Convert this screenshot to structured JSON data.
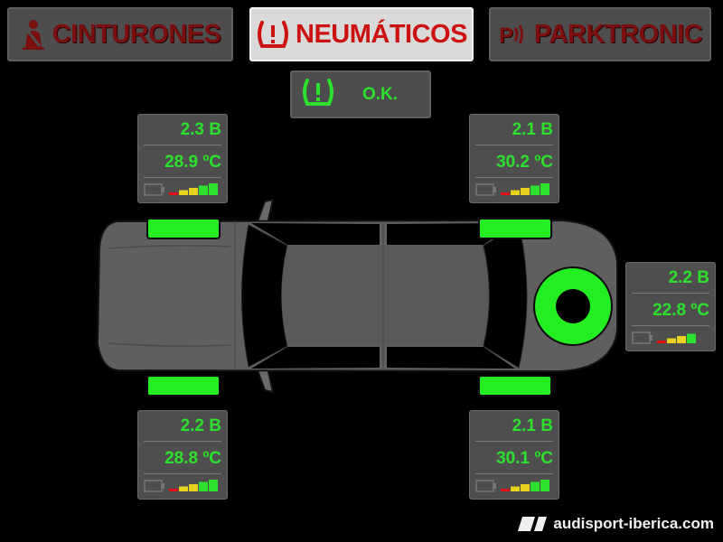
{
  "tabs": {
    "cinturones": {
      "label": "CINTURONES",
      "icon": "seatbelt-icon"
    },
    "neumaticos": {
      "label": "NEUMÁTICOS",
      "icon": "tire-pressure-warning-icon",
      "active": true
    },
    "parktronic": {
      "label": "PARKTRONIC",
      "icon": "parking-sensor-icon"
    }
  },
  "status": {
    "label": "O.K.",
    "icon": "tire-pressure-warning-icon",
    "color": "#2ee02e"
  },
  "tires": {
    "front_left": {
      "pressure": "2.3 B",
      "temperature": "28.9 ºC",
      "signal_bars": 5
    },
    "rear_left": {
      "pressure": "2.1 B",
      "temperature": "30.2 ºC",
      "signal_bars": 5
    },
    "spare": {
      "pressure": "2.2 B",
      "temperature": "22.8 ºC",
      "signal_bars": 4
    },
    "front_right": {
      "pressure": "2.2 B",
      "temperature": "28.8 ºC",
      "signal_bars": 5
    },
    "rear_right": {
      "pressure": "2.1 B",
      "temperature": "30.1 ºC",
      "signal_bars": 5
    }
  },
  "watermark": {
    "text": "audisport-iberica.com",
    "icon": "audisport-logo-icon"
  },
  "colors": {
    "ok_green": "#2ee02e",
    "tire_green": "#22ee22",
    "tab_text": "#7a0f0f",
    "active_tab_text": "#cc1111",
    "panel_bg": "#4e4e4e"
  }
}
